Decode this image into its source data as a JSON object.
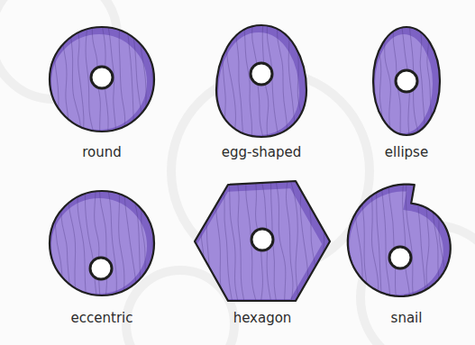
{
  "diagram": {
    "labels": [
      "round",
      "egg-shaped",
      "ellipse",
      "eccentric",
      "hexagon",
      "snail"
    ]
  }
}
